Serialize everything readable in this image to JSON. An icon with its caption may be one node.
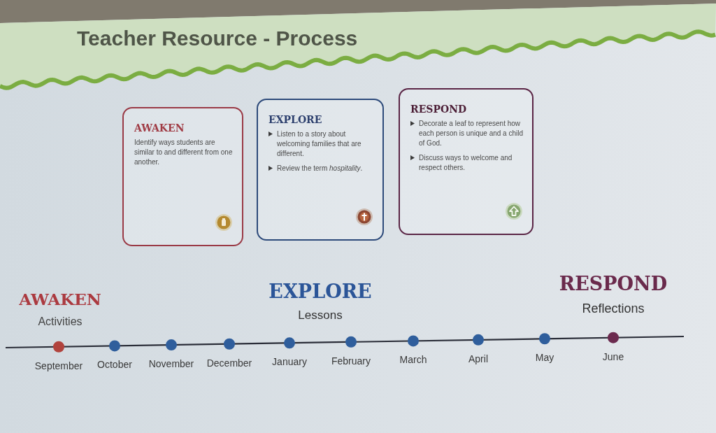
{
  "diagram": {
    "title": "Teacher Resource - Process",
    "nodes": [
      {
        "text": [
          "AWAKEN",
          "Identify ways students are similar to and different from one another."
        ]
      },
      {
        "text": [
          "EXPLORE",
          "Listen to a story about welcoming families that are different.",
          "Review the term *hospitality*."
        ]
      },
      {
        "text": [
          "RESPOND",
          "Decorate a leaf to represent how each person is unique and a child of God.",
          "Discuss ways to welcome and respect others."
        ]
      }
    ],
    "labels": [
      "AWAKEN",
      "Activities",
      "EXPLORE",
      "Lessons",
      "RESPOND",
      "Reflections",
      "September",
      "October",
      "November",
      "December",
      "January",
      "February",
      "March",
      "April",
      "May",
      "June"
    ]
  }
}
